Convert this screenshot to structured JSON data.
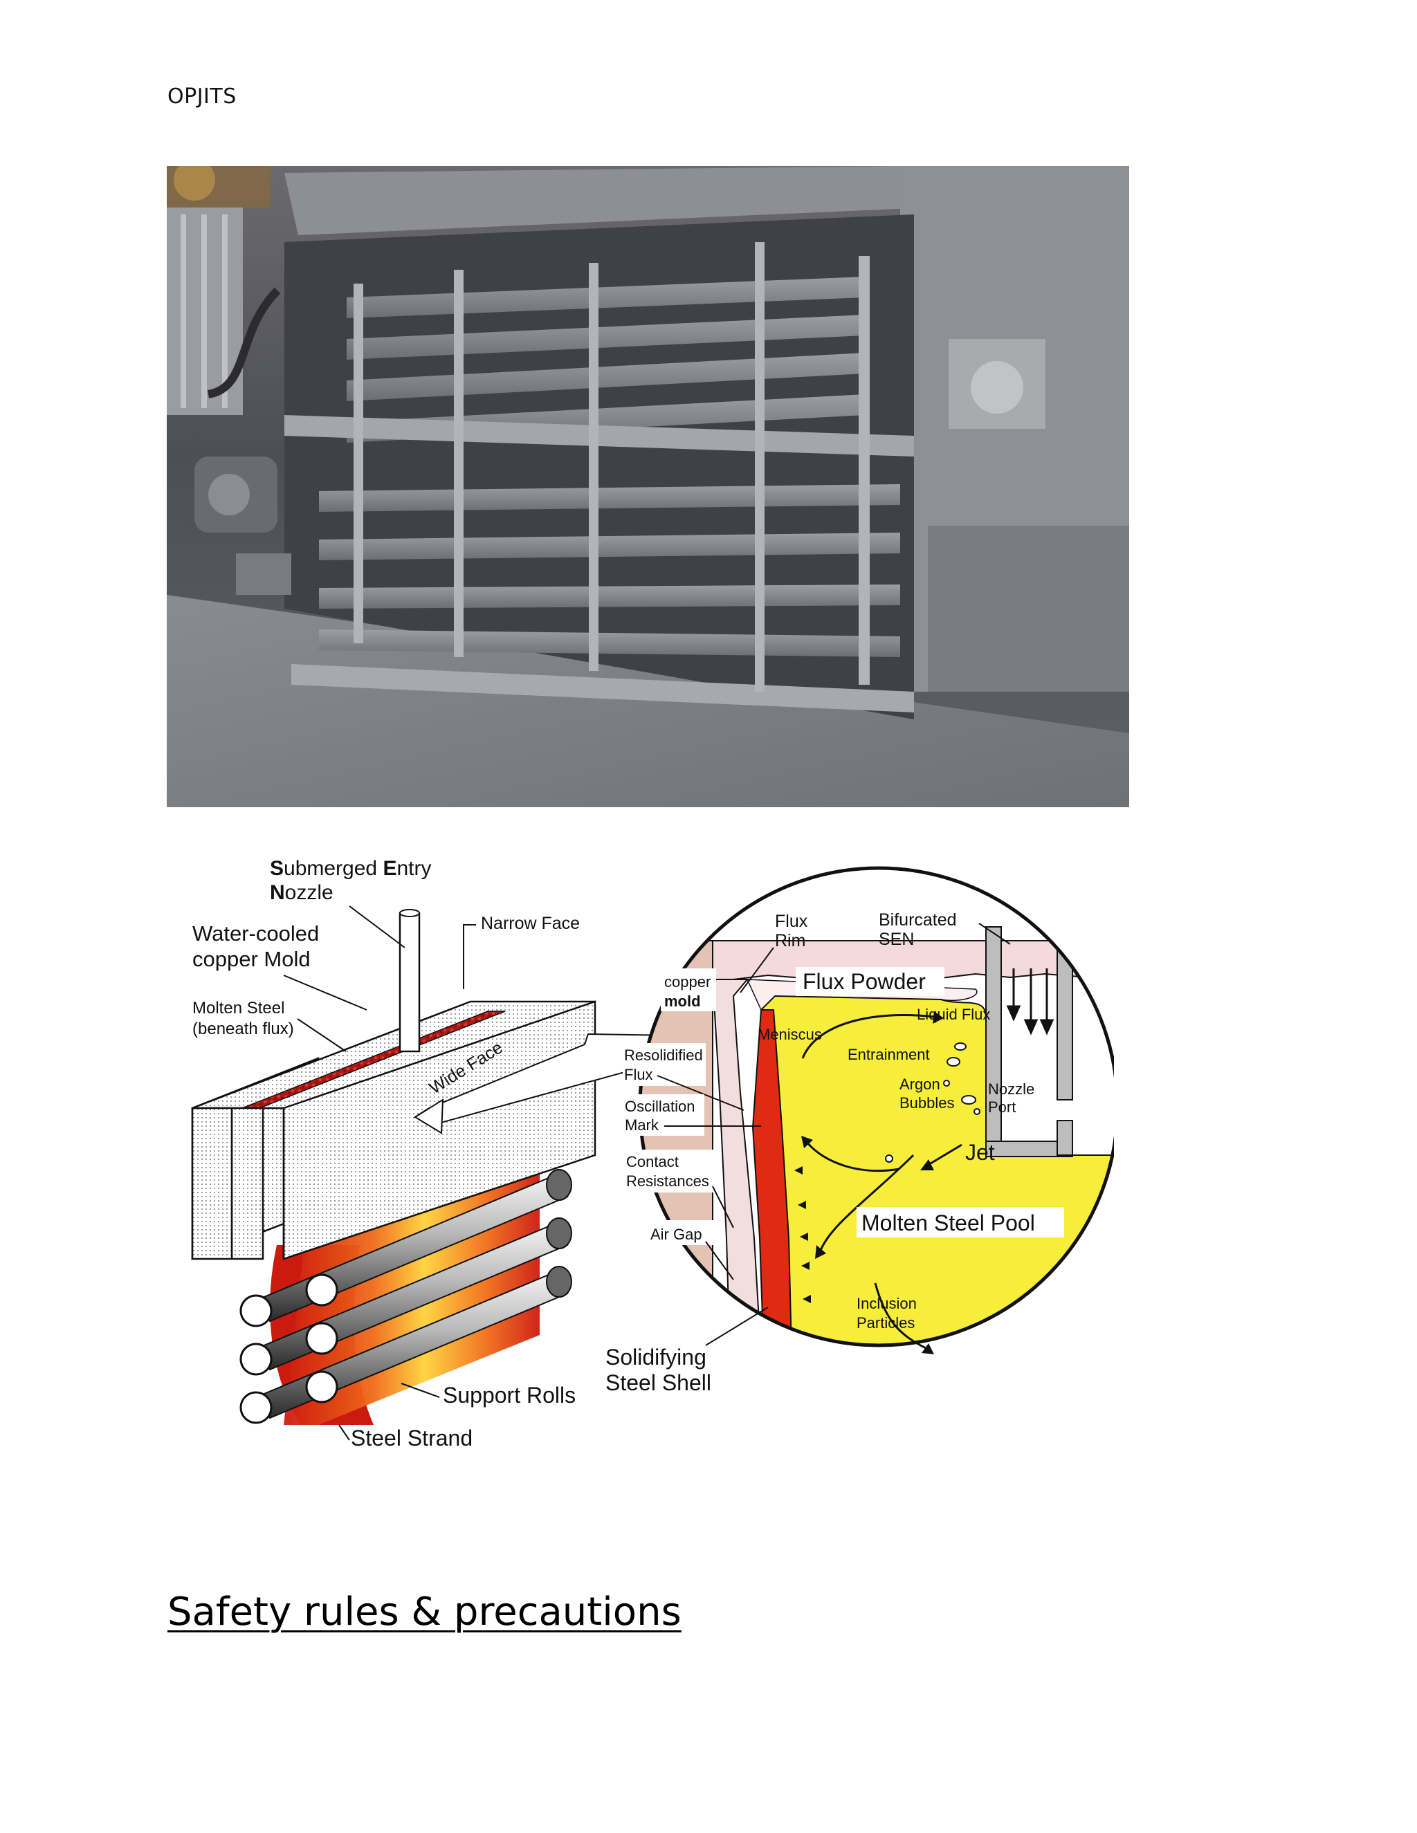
{
  "page": {
    "header": "OPJITS",
    "heading": "Safety rules & precautions"
  },
  "photo": {
    "label": "continuous casting mould segment photograph"
  },
  "diagram": {
    "left": {
      "sen_1": "ubmerged ",
      "sen_S": "S",
      "sen_E": "E",
      "sen_2": "ntry",
      "sen_N": "N",
      "sen_3": "ozzle",
      "narrow_face": "Narrow Face",
      "mold_1": "Water-cooled",
      "mold_2": "copper Mold",
      "molten_1": "Molten Steel",
      "molten_2": "(beneath flux)",
      "wide_face": "Wide Face",
      "support_rolls": "Support Rolls",
      "steel_strand": "Steel Strand"
    },
    "right": {
      "flux_rim_1": "Flux",
      "flux_rim_2": "Rim",
      "bifurcated_1": "Bifurcated",
      "bifurcated_2": "SEN",
      "copper_1": "copper",
      "copper_2": "mold",
      "flux_powder": "Flux Powder",
      "liquid_flux": "Liquid Flux",
      "meniscus": "Meniscus",
      "entrainment": "Entrainment",
      "resolid_1": "Resolidified",
      "resolid_2": "Flux",
      "argon_1": "Argon",
      "argon_2": "Bubbles",
      "nozzle_1": "Nozzle",
      "nozzle_2": "Port",
      "oscillation_1": "Oscillation",
      "oscillation_2": "Mark",
      "jet": "Jet",
      "contact_1": "Contact",
      "contact_2": "Resistances",
      "molten_pool": "Molten Steel Pool",
      "air_gap": "Air Gap",
      "inclusion_1": "Inclusion",
      "inclusion_2": "Particles",
      "shell_1": "Solidifying",
      "shell_2": "Steel Shell"
    }
  }
}
